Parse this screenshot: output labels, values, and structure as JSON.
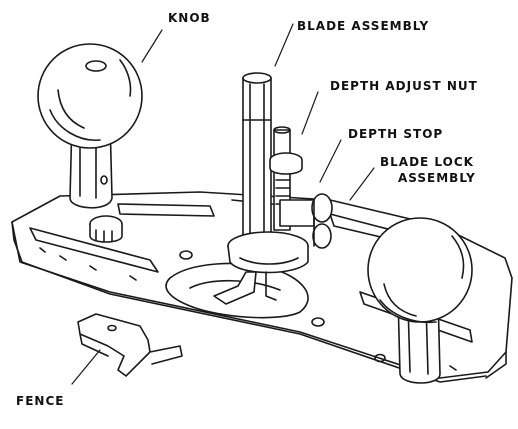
{
  "labels": {
    "knob": "KNOB",
    "blade_assembly": "BLADE ASSEMBLY",
    "depth_adjust_nut": "DEPTH ADJUST NUT",
    "depth_stop": "DEPTH STOP",
    "blade_lock_line1": "BLADE LOCK",
    "blade_lock_line2": "ASSEMBLY",
    "fence": "FENCE"
  },
  "colors": {
    "ink": "#1a1a1a",
    "paper": "#ffffff"
  }
}
